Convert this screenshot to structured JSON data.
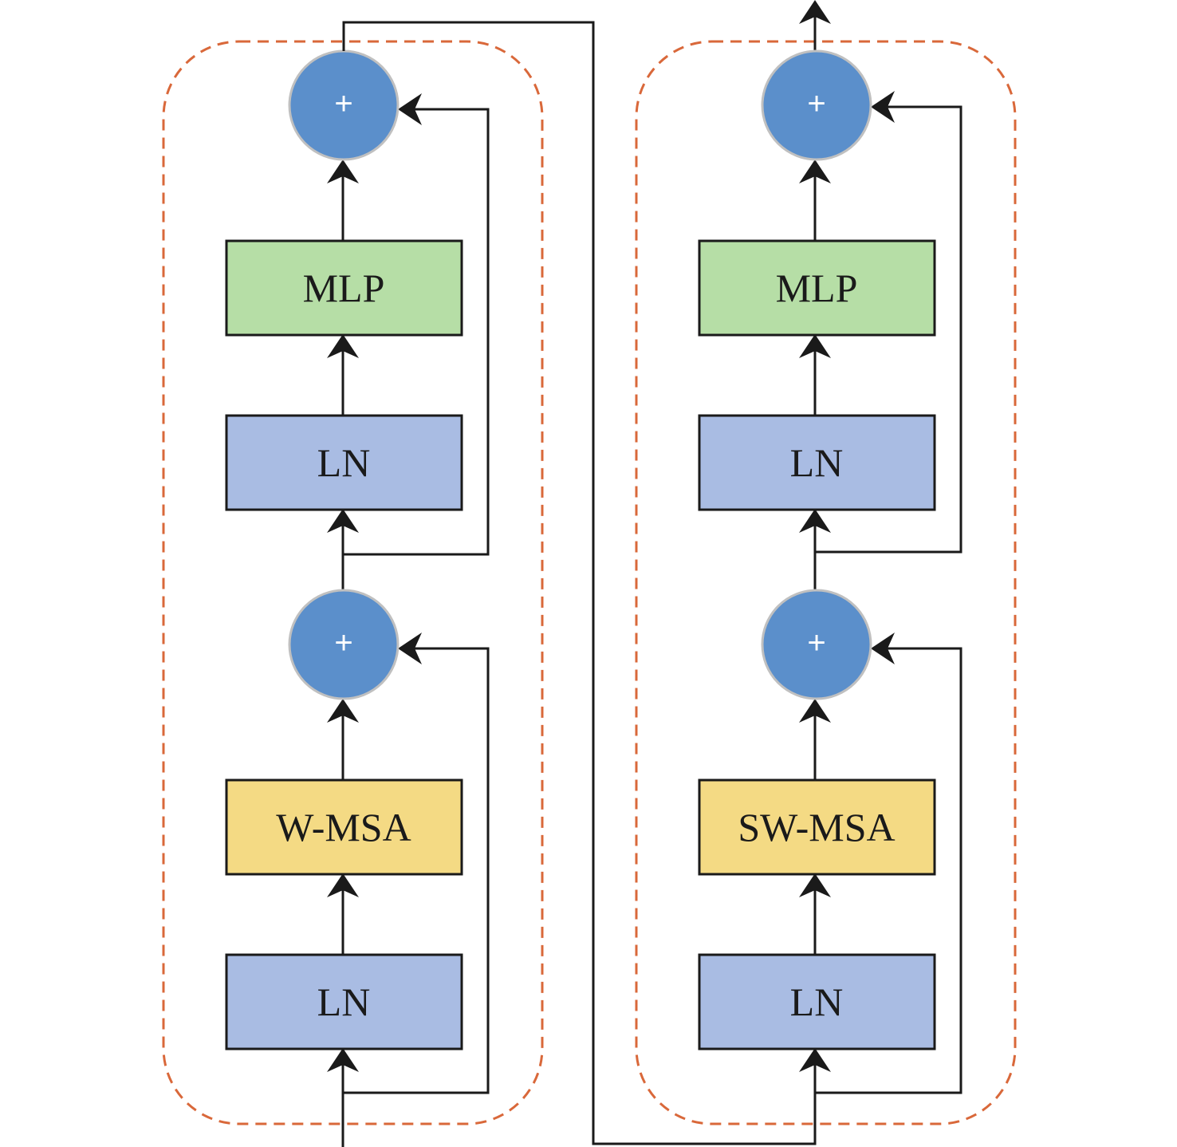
{
  "colors": {
    "ln_fill": "#a9bce3",
    "mlp_fill": "#b6dea6",
    "msa_fill": "#f4da84",
    "adder_fill": "#5b8fcb",
    "group_border": "#d9683a",
    "line": "#1a1a1a"
  },
  "blocks": [
    {
      "name": "block-left",
      "ln1": "LN",
      "attention": "W-MSA",
      "adder1": "+",
      "ln2": "LN",
      "mlp": "MLP",
      "adder2": "+"
    },
    {
      "name": "block-right",
      "ln1": "LN",
      "attention": "SW-MSA",
      "adder1": "+",
      "ln2": "LN",
      "mlp": "MLP",
      "adder2": "+"
    }
  ]
}
